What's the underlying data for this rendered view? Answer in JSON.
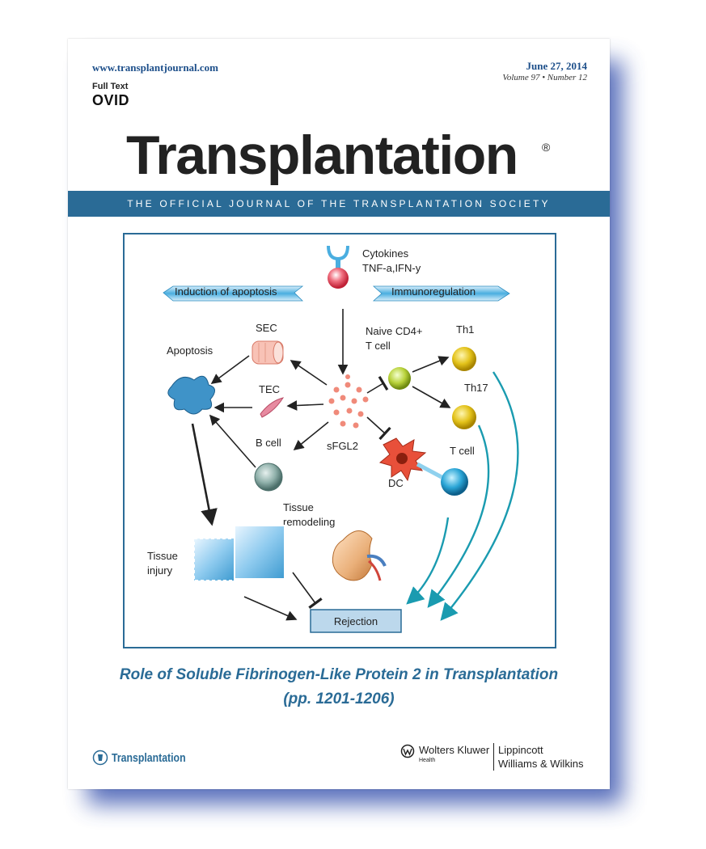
{
  "cover": {
    "url": "www.transplantjournal.com",
    "date": "June 27, 2014",
    "volume": "Volume 97 • Number 12",
    "full_text": "Full Text",
    "ovid": "OVID",
    "title": "Transplantation",
    "registered": "®",
    "subtitle": "THE OFFICIAL JOURNAL OF THE TRANSPLANTATION SOCIETY",
    "caption_line1": "Role of Soluble Fibrinogen-Like Protein 2 in Transplantation",
    "caption_line2": "(pp. 1201-1206)",
    "society_logo": "Transplantation",
    "publisher": "Wolters Kluwer",
    "publisher_sub": "Health",
    "imprint_line1": "Lippincott",
    "imprint_line2": "Williams & Wilkins"
  },
  "figure": {
    "cytokines": "Cytokines",
    "cytokines_types": "TNF-a,IFN-y",
    "induction": "Induction of apoptosis",
    "immunoregulation": "Immunoregulation",
    "sec": "SEC",
    "apoptosis": "Apoptosis",
    "naive_line1": "Naive CD4+",
    "naive_line2": "T cell",
    "th1": "Th1",
    "tec": "TEC",
    "th17": "Th17",
    "bcell": "B cell",
    "sfgl2": "sFGL2",
    "tcell": "T cell",
    "dc": "DC",
    "remodel_line1": "Tissue",
    "remodel_line2": "remodeling",
    "injury_line1": "Tissue",
    "injury_line2": "injury",
    "rejection": "Rejection"
  },
  "colors": {
    "journal_blue": "#2a6b96",
    "shadow_blue": "#3d57b0",
    "arrow_teal": "#1a9bb0"
  }
}
